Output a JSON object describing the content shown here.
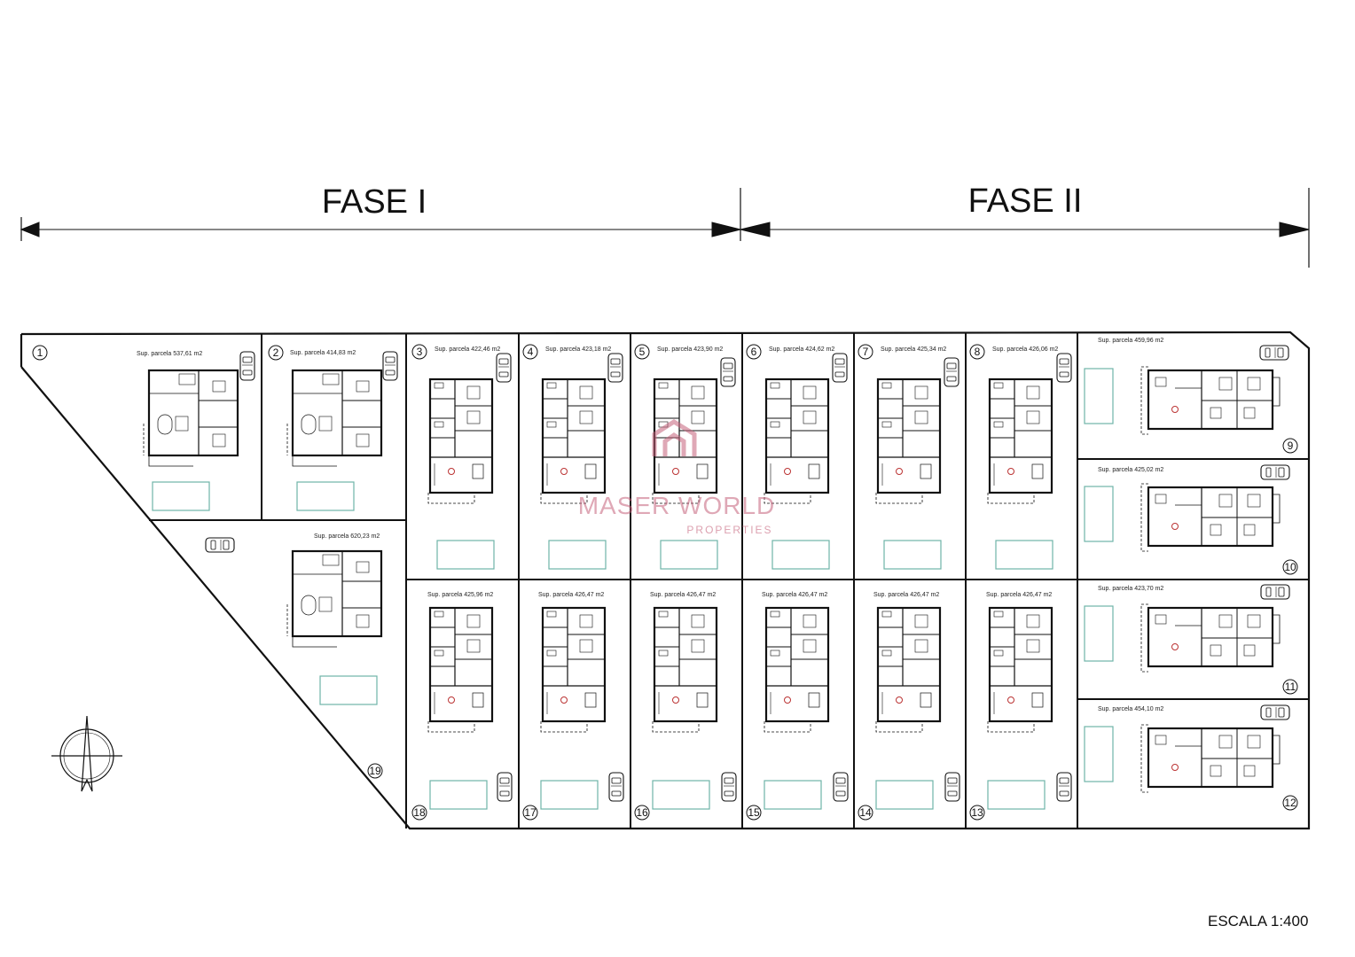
{
  "phases": [
    {
      "label": "FASE I"
    },
    {
      "label": "FASE II"
    }
  ],
  "plots": [
    {
      "num": "1",
      "area": "Sup. parcela 537,61 m2"
    },
    {
      "num": "2",
      "area": "Sup. parcela 414,83 m2"
    },
    {
      "num": "3",
      "area": "Sup. parcela 422,46 m2"
    },
    {
      "num": "4",
      "area": "Sup. parcela 423,18 m2"
    },
    {
      "num": "5",
      "area": "Sup. parcela 423,90 m2"
    },
    {
      "num": "6",
      "area": "Sup. parcela 424,62 m2"
    },
    {
      "num": "7",
      "area": "Sup. parcela 425,34 m2"
    },
    {
      "num": "8",
      "area": "Sup. parcela 426,06 m2"
    },
    {
      "num": "9",
      "area": "Sup. parcela 459,96 m2"
    },
    {
      "num": "10",
      "area": "Sup. parcela 425,02 m2"
    },
    {
      "num": "11",
      "area": "Sup. parcela 423,70 m2"
    },
    {
      "num": "12",
      "area": "Sup. parcela 454,10 m2"
    },
    {
      "num": "13",
      "area": "Sup. parcela 426,47 m2"
    },
    {
      "num": "14",
      "area": "Sup. parcela 426,47 m2"
    },
    {
      "num": "15",
      "area": "Sup. parcela 426,47 m2"
    },
    {
      "num": "16",
      "area": "Sup. parcela 426,47 m2"
    },
    {
      "num": "17",
      "area": "Sup. parcela 426,47 m2"
    },
    {
      "num": "18",
      "area": "Sup. parcela 425,96 m2"
    },
    {
      "num": "19",
      "area": "Sup. parcela 620,23 m2"
    }
  ],
  "scale_label": "ESCALA  1:400",
  "watermark": {
    "line1": "MASER WORLD",
    "line2": "PROPERTIES",
    "color": "#c4607a"
  },
  "colors": {
    "pool": "#6fb3a8",
    "ink": "#111111"
  }
}
